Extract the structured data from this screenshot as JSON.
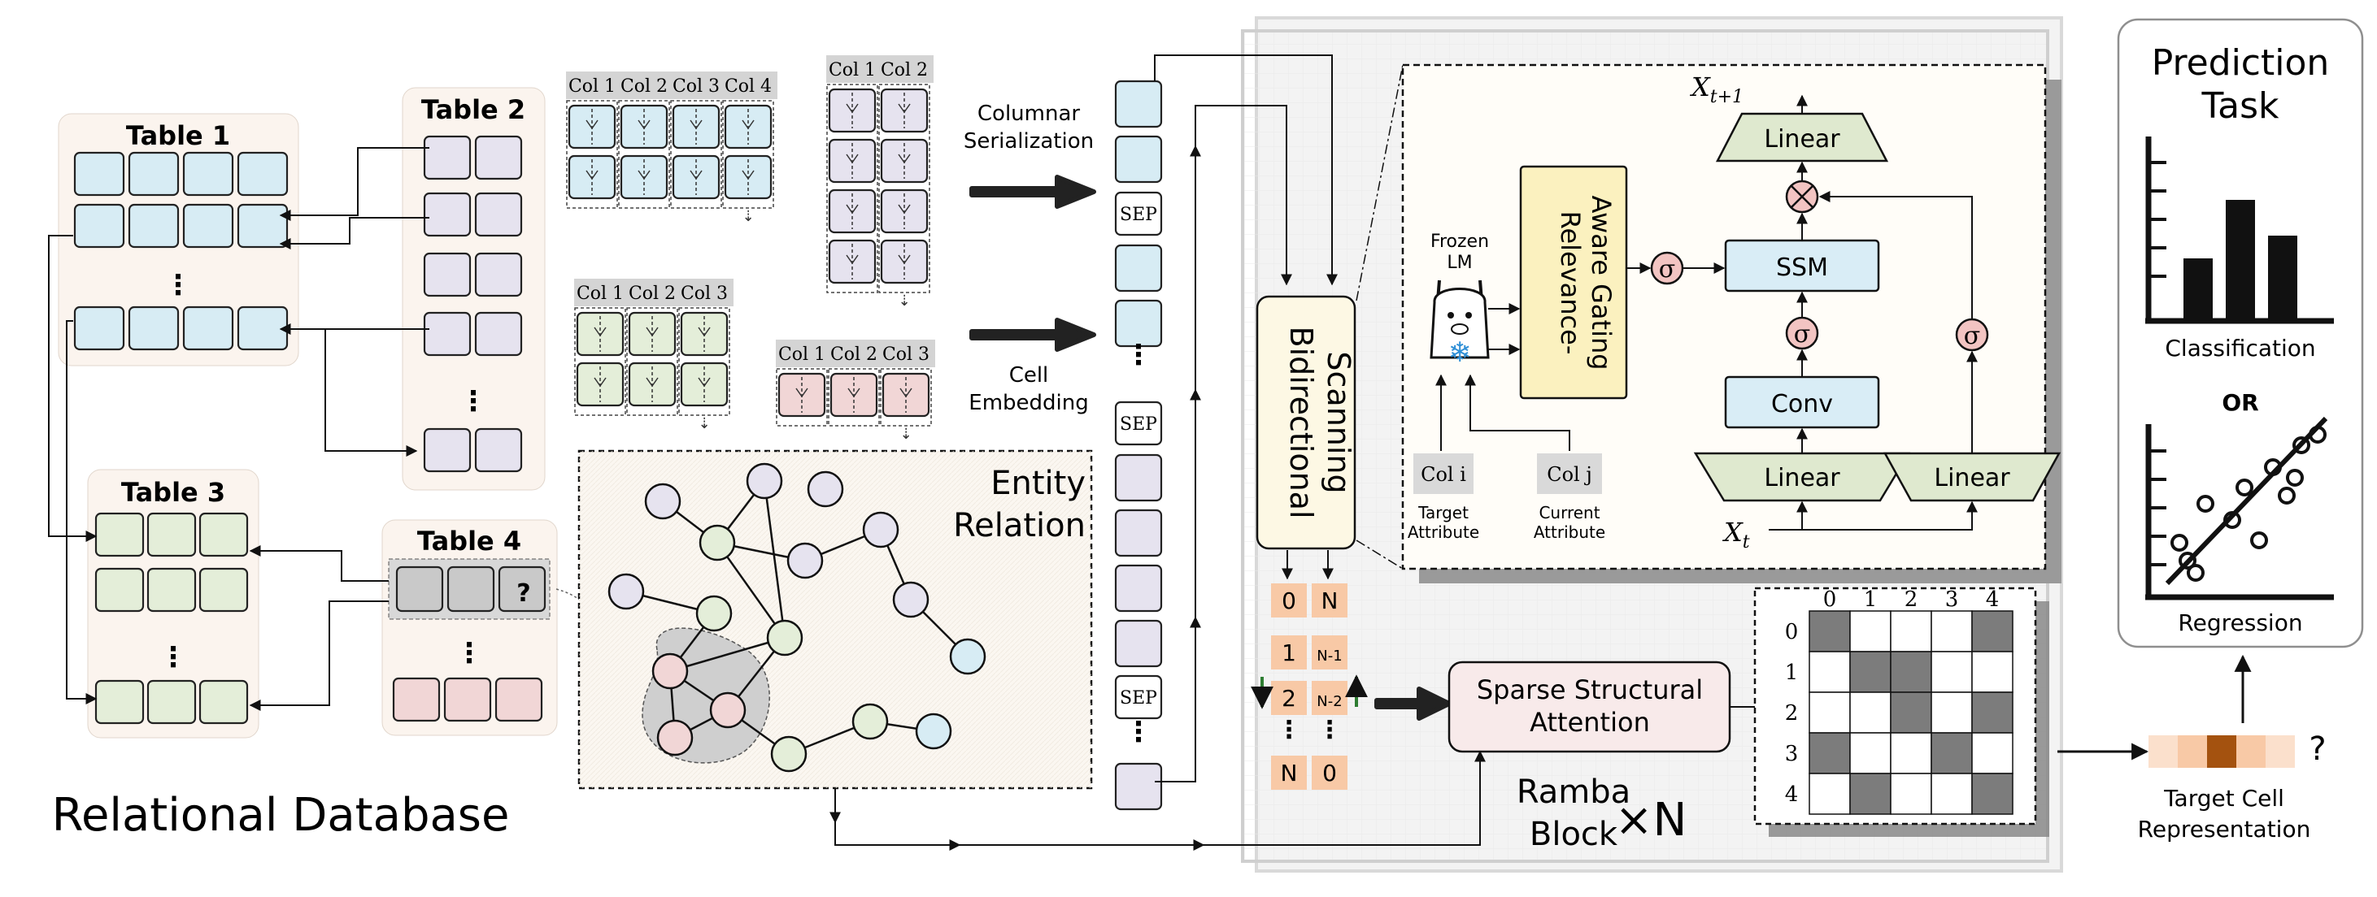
{
  "db": {
    "title": "Relational Database",
    "tables": [
      "Table 1",
      "Table 2",
      "Table 3",
      "Table 4"
    ],
    "query_mark": "?"
  },
  "serialization": {
    "cols_blue": [
      "Col 1",
      "Col 2",
      "Col 3",
      "Col 4"
    ],
    "cols_purple": [
      "Col 1",
      "Col 2"
    ],
    "cols_green": [
      "Col 1",
      "Col 2",
      "Col 3"
    ],
    "cols_pink": [
      "Col 1",
      "Col 2",
      "Col 3"
    ],
    "columnar_label": [
      "Columnar",
      "Serialization"
    ],
    "cell_label": [
      "Cell",
      "Embedding"
    ],
    "sep": "SEP"
  },
  "entity": {
    "label": [
      "Entity",
      "Relation"
    ]
  },
  "ramba": {
    "scanning": [
      "Bidirectional",
      "Scanning"
    ],
    "forward_idx": [
      "0",
      "1",
      "2",
      "N"
    ],
    "backward_idx": [
      "N",
      "N-1",
      "N-2",
      "0"
    ],
    "frozen_lm": [
      "Frozen",
      "LM"
    ],
    "gating": [
      "Relevance-",
      "Aware Gating"
    ],
    "sigma": "σ",
    "ssm": "SSM",
    "conv": "Conv",
    "linear": "Linear",
    "x_next": "X",
    "x_next_sub": "t+1",
    "x_t": "X",
    "x_t_sub": "t",
    "col_i": "Col i",
    "col_i_caption": [
      "Target",
      "Attribute"
    ],
    "col_j": "Col j",
    "col_j_caption": [
      "Current",
      "Attribute"
    ],
    "sparse_attention": [
      "Sparse Structural",
      "Attention"
    ],
    "block_label": [
      "Ramba",
      "Block"
    ],
    "times_n": "×N",
    "matrix_labels": [
      "0",
      "1",
      "2",
      "3",
      "4"
    ]
  },
  "prediction": {
    "title": [
      "Prediction",
      "Task"
    ],
    "classification": "Classification",
    "or": "OR",
    "regression": "Regression",
    "target_cell": [
      "Target Cell",
      "Representation"
    ],
    "query_mark": "?"
  },
  "colors": {
    "blue": "#d7ecf4",
    "purple": "#e6e3ef",
    "green": "#e4eed9",
    "pink": "#f1d6d6",
    "orange": "#f8c9a6",
    "gating": "#fbf1bf",
    "ssm": "#d9edf6",
    "linear": "#dfe9cf",
    "sigma": "#f2c4c2",
    "panel": "#fdf7ef",
    "dark_cell": "#7c7c7c",
    "target": "#a4520f"
  }
}
